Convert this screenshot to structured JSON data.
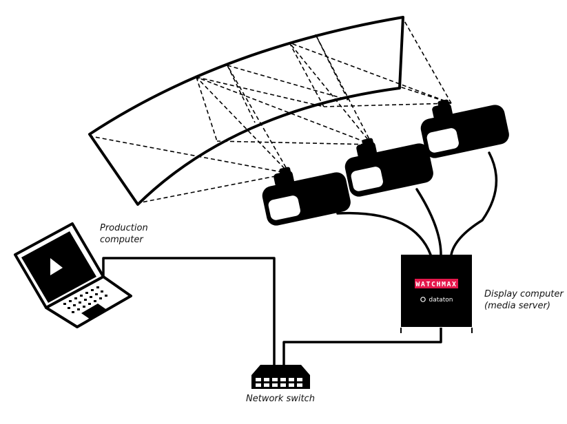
{
  "labels": {
    "production_computer_line1": "Production",
    "production_computer_line2": "computer",
    "display_computer_line1": "Display computer",
    "display_computer_line2": "(media server)",
    "network_switch": "Network switch"
  },
  "media_server": {
    "brand": "WATCHMAX",
    "vendor": "dataton"
  },
  "colors": {
    "brand_red": "#e4174b",
    "ink": "#000000",
    "background": "#ffffff"
  },
  "icons": [
    "laptop-icon",
    "play-icon",
    "projector-icon",
    "network-switch-icon",
    "media-server-icon"
  ]
}
